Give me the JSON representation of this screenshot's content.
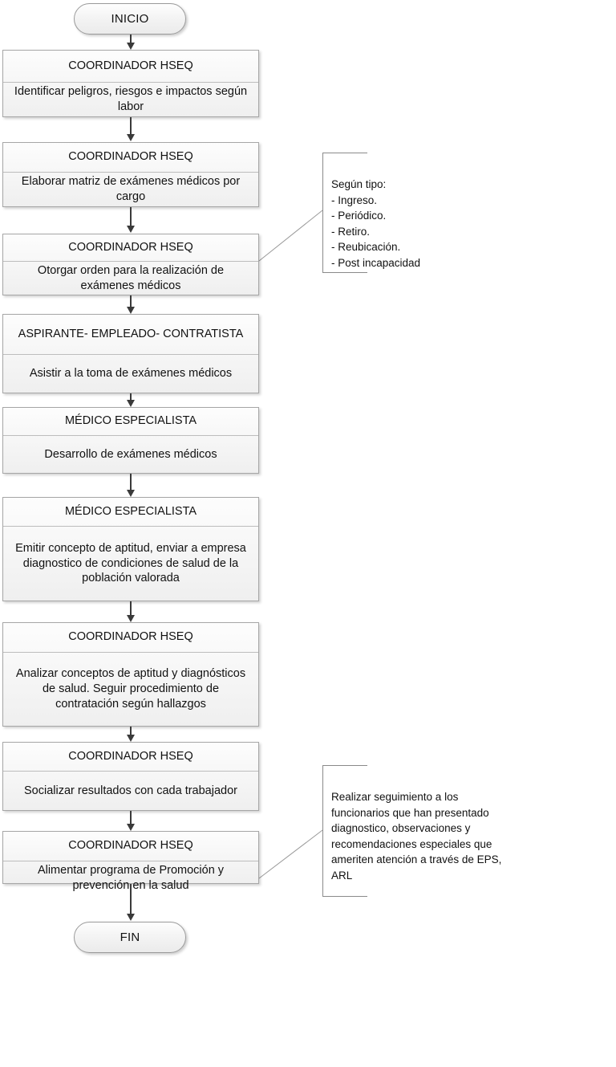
{
  "diagram": {
    "title": "Flujograma de exámenes médicos ocupacionales",
    "accent_border": "#a6a6a6",
    "fill_top": "#fdfdfd",
    "fill_bottom": "#efefef",
    "arrow_color": "#3a3a3a"
  },
  "start": {
    "label": "INICIO"
  },
  "end": {
    "label": "FIN"
  },
  "steps": [
    {
      "role": "COORDINADOR HSEQ",
      "action": "Identificar peligros, riesgos e impactos  según labor"
    },
    {
      "role": "COORDINADOR HSEQ",
      "action": "Elaborar matriz de exámenes médicos  por cargo"
    },
    {
      "role": "COORDINADOR HSEQ",
      "action": "Otorgar orden para la realización de exámenes médicos"
    },
    {
      "role": "ASPIRANTE- EMPLEADO- CONTRATISTA",
      "action": "Asistir a la toma de exámenes médicos"
    },
    {
      "role": "MÉDICO ESPECIALISTA",
      "action": "Desarrollo de exámenes médicos"
    },
    {
      "role": "MÉDICO ESPECIALISTA",
      "action": "Emitir concepto de aptitud, enviar a empresa diagnostico de condiciones de salud de la población valorada"
    },
    {
      "role": "COORDINADOR HSEQ",
      "action": "Analizar conceptos de aptitud y diagnósticos  de salud. Seguir procedimiento de contratación según hallazgos"
    },
    {
      "role": "COORDINADOR HSEQ",
      "action": "Socializar resultados  con cada trabajador"
    },
    {
      "role": "COORDINADOR HSEQ",
      "action": "Alimentar programa de Promoción y prevención en la salud"
    }
  ],
  "notes": [
    {
      "id": "note-tipos-examen",
      "text": "Según tipo:\n- Ingreso.\n- Periódico.\n- Retiro.\n- Reubicación.\n- Post incapacidad",
      "attached_to_step": 3
    },
    {
      "id": "note-seguimiento",
      "text": "Realizar seguimiento a los funcionarios que han presentado diagnostico, observaciones y recomendaciones especiales que ameriten atención a través de EPS, ARL",
      "attached_to_step": 9
    }
  ]
}
